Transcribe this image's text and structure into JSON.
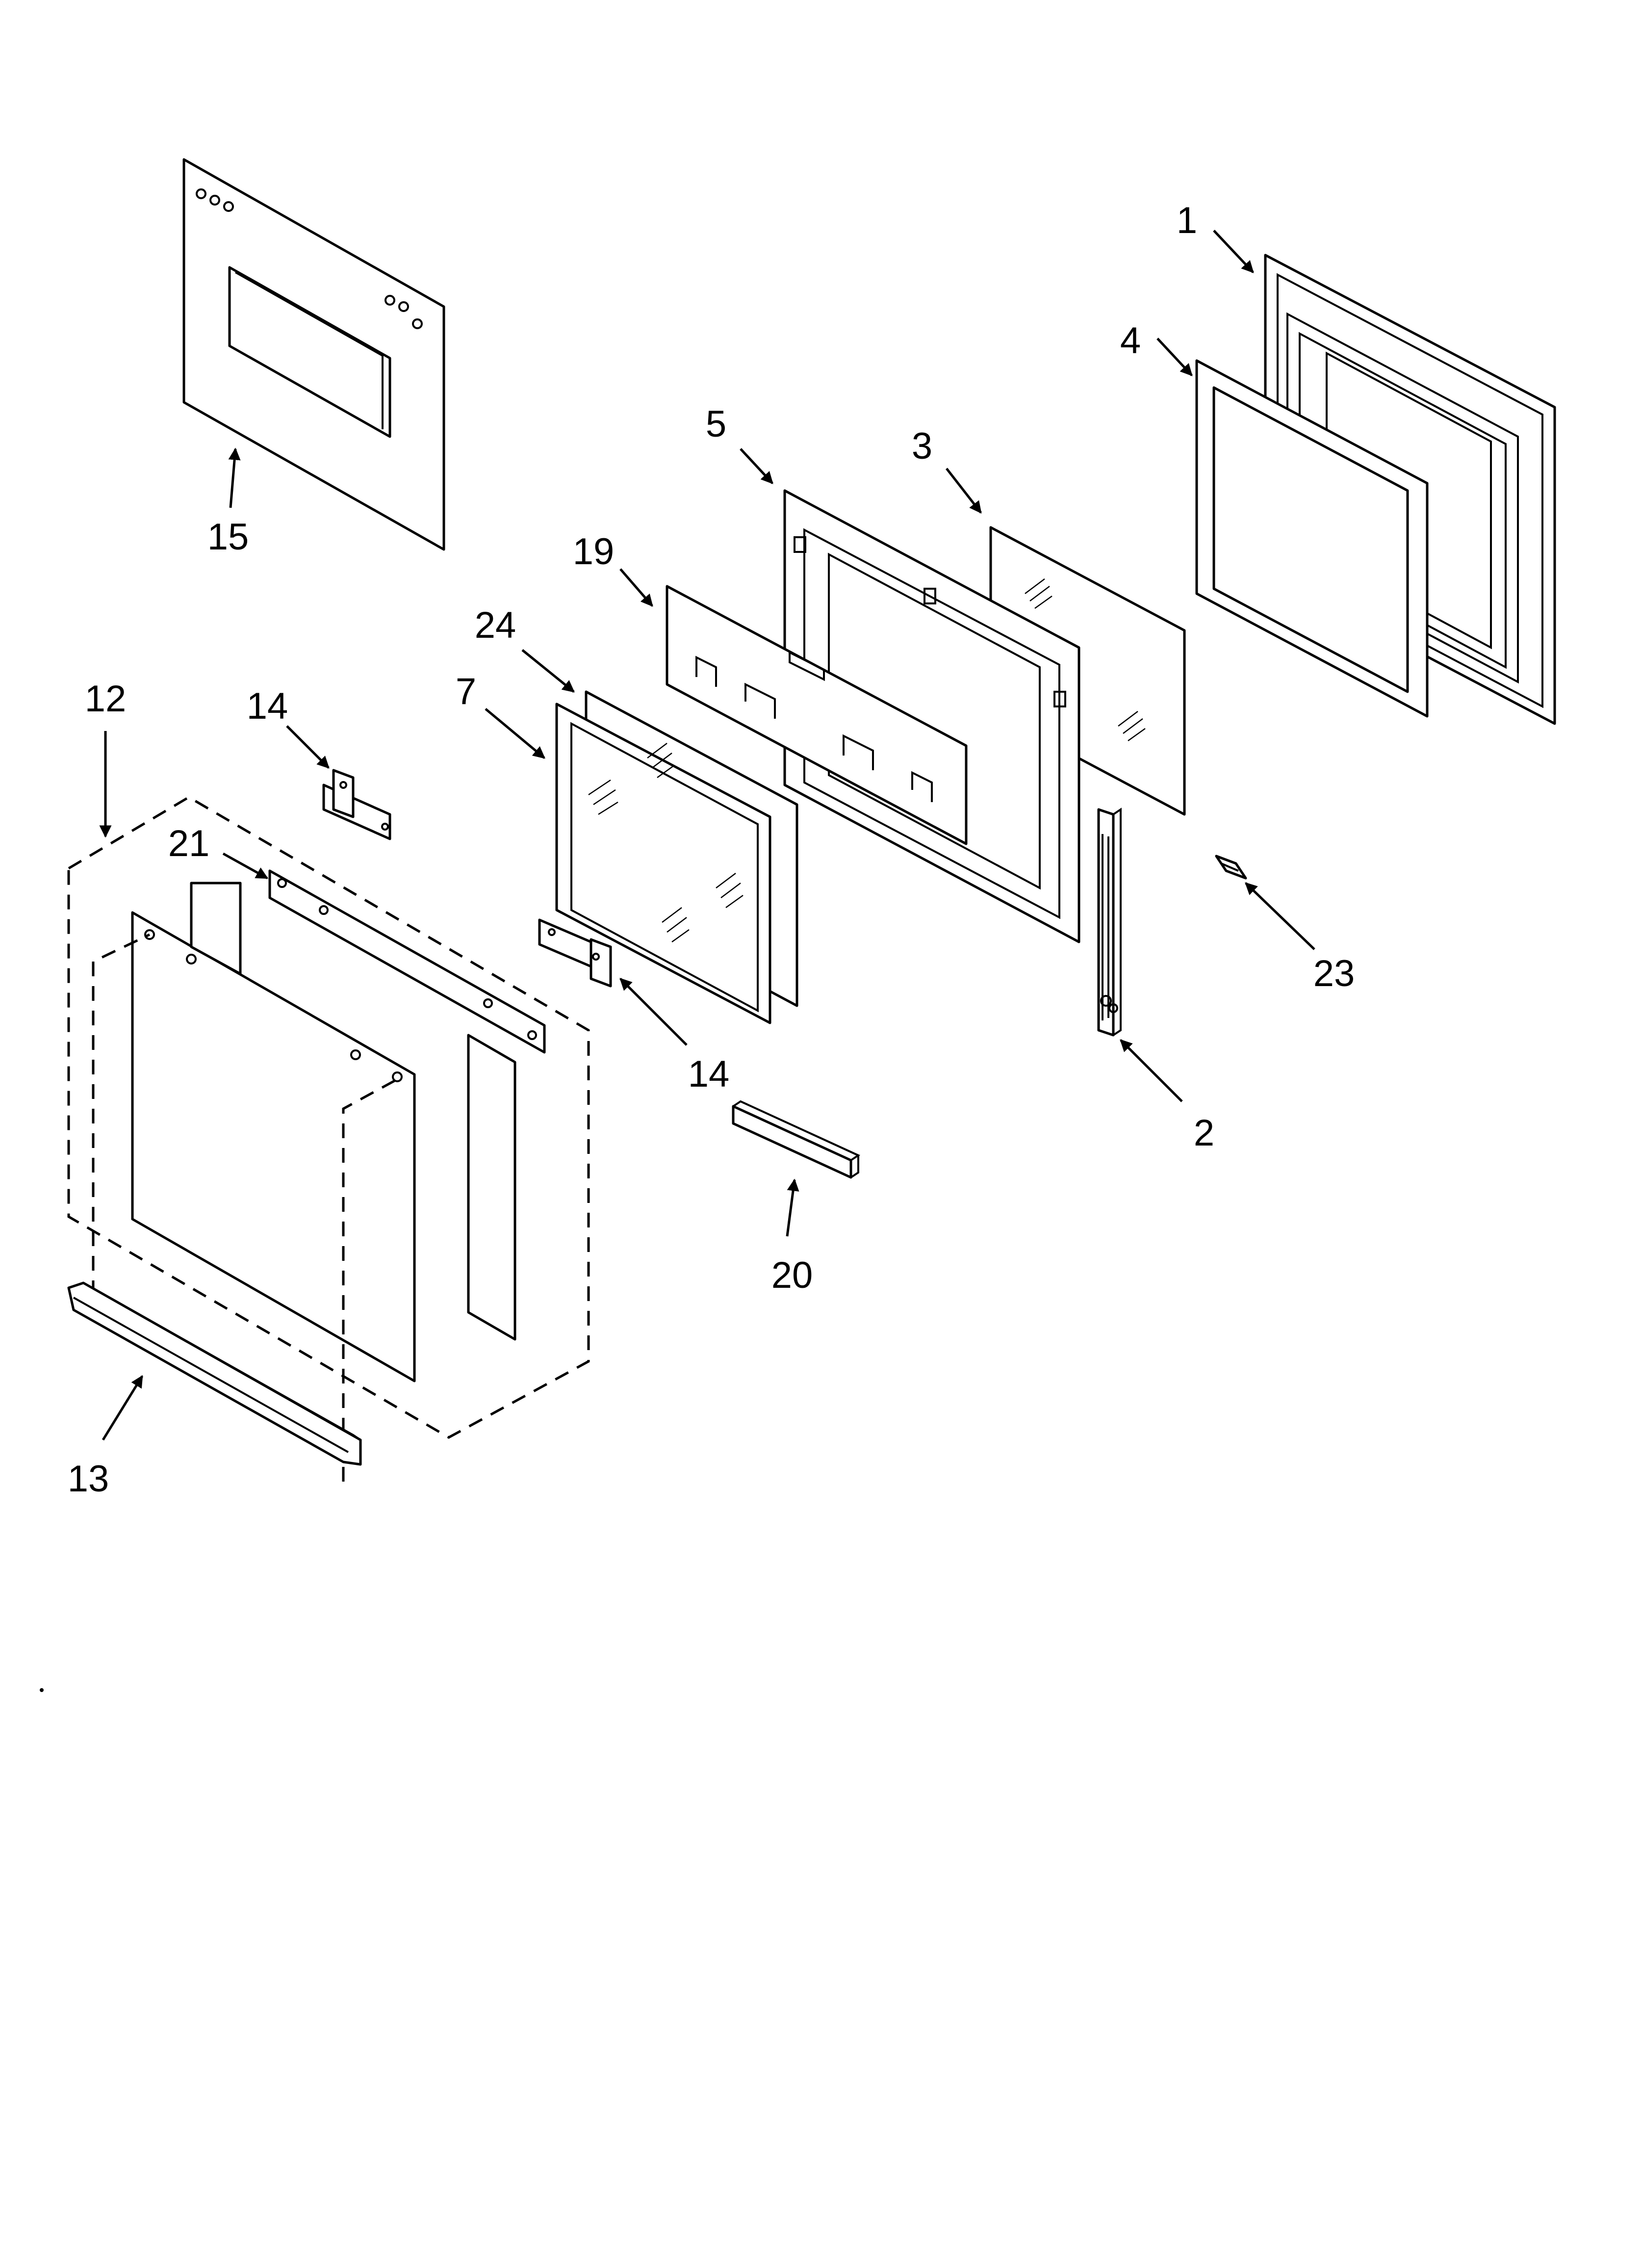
{
  "diagram": {
    "callouts": {
      "p1": "1",
      "p2": "2",
      "p3": "3",
      "p4": "4",
      "p5": "5",
      "p7": "7",
      "p12": "12",
      "p13": "13",
      "p14a": "14",
      "p14b": "14",
      "p15": "15",
      "p19": "19",
      "p20": "20",
      "p21": "21",
      "p23": "23",
      "p24": "24"
    }
  }
}
